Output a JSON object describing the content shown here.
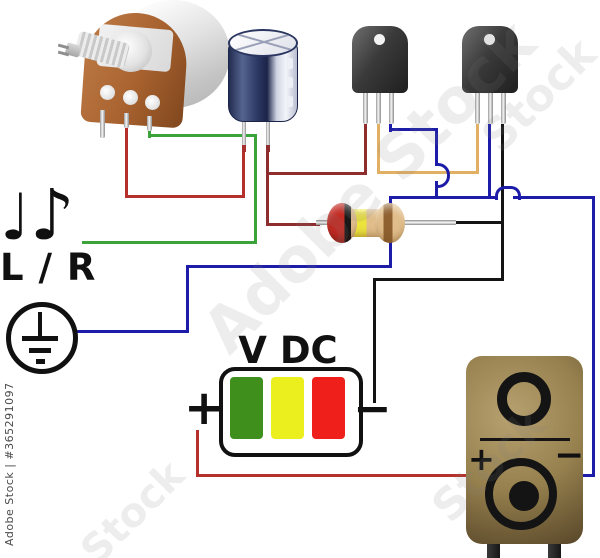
{
  "labels": {
    "channel": "L / R",
    "meter_title": "V DC",
    "meter_plus": "+",
    "meter_minus": "−",
    "speaker_plus": "+",
    "speaker_minus": "−"
  },
  "icons": {
    "quarter_note": "♩",
    "eighth_note": "♪",
    "ground_symbol": "earth-ground-icon"
  },
  "components": [
    "potentiometer",
    "electrolytic-capacitor",
    "transistor-1",
    "transistor-2",
    "resistor",
    "dc-voltage-level-indicator",
    "speaker",
    "audio-input-l-r",
    "ground"
  ],
  "watermark": {
    "side_text": "Adobe Stock | #365291097",
    "diagonal_full": "Adobe Stock",
    "diagonal_word": "Stock"
  },
  "colors": {
    "wire_red": "#b5302a",
    "wire_dark_red": "#8e2d2d",
    "wire_green": "#3aa43a",
    "wire_orange": "#e2b064",
    "wire_blue": "#1c1ca8",
    "wire_black": "#141414",
    "meter_green": "#3f8f1c",
    "meter_yellow": "#ecef1e",
    "meter_red": "#ef1f1c",
    "pot_brown": "#a5632f",
    "capacitor_navy": "#2a3560",
    "resistor_tan": "#e0bd8a",
    "speaker_bronze": "#8f7848"
  }
}
